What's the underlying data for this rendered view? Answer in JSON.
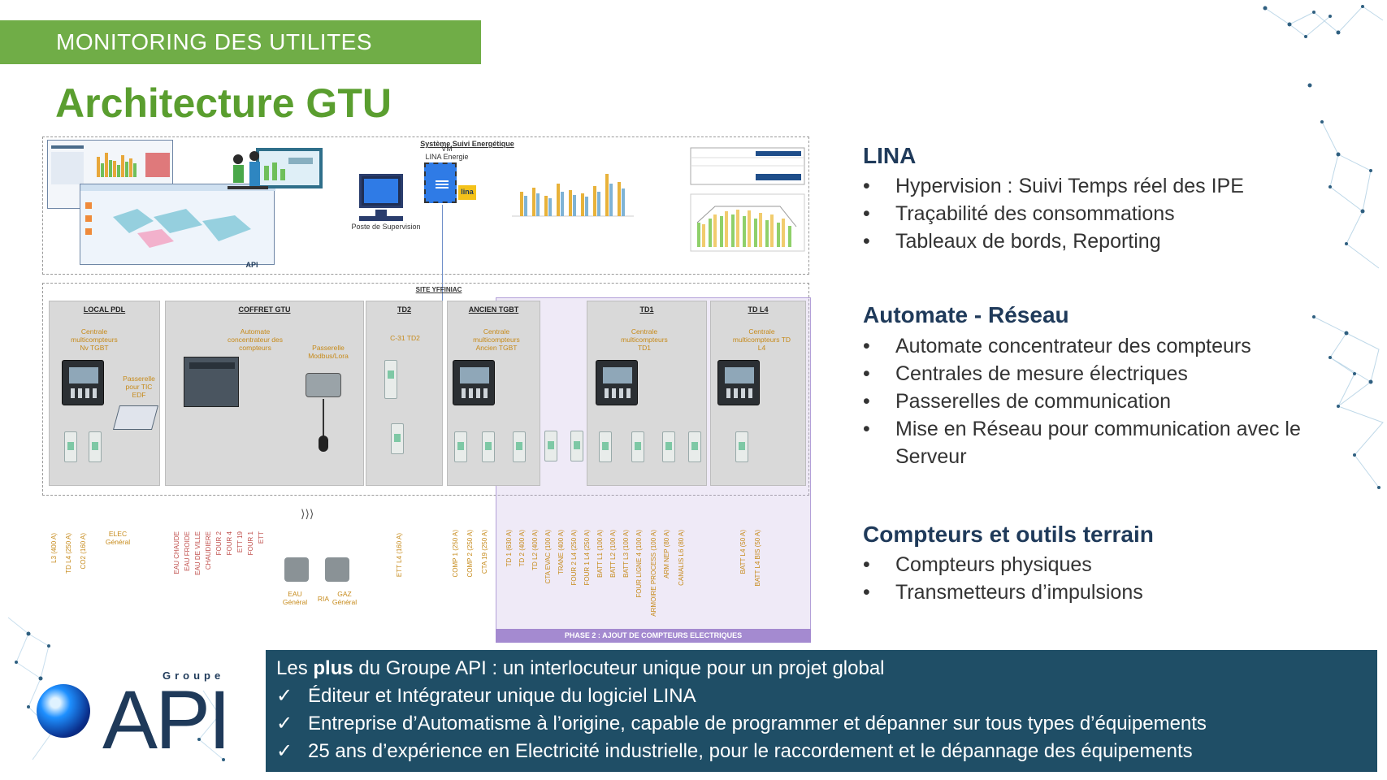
{
  "banner": "MONITORING DES UTILITES",
  "title": "Architecture GTU",
  "diagram": {
    "top_title": "Système Suivi Energétique",
    "vm": "VM",
    "lina_energie": "LINA Energie",
    "poste": "Poste de Supervision",
    "lina_badge": "lina",
    "api_small": "API",
    "site": "SITE YFFINIAC",
    "panels": [
      {
        "title": "LOCAL PDL",
        "text1": "Centrale multicompteurs Nv TGBT",
        "text2": "Passerelle pour TIC EDF"
      },
      {
        "title": "COFFRET GTU",
        "text1": "Automate concentrateur des compteurs",
        "text2": "Passerelle Modbus/Lora"
      },
      {
        "title": "TD2",
        "text1": "C-31 TD2"
      },
      {
        "title": "ANCIEN TGBT",
        "text1": "Centrale multicompteurs Ancien TGBT"
      },
      {
        "title": "TD1",
        "text1": "Centrale multicompteurs TD1"
      },
      {
        "title": "TD L4",
        "text1": "Centrale multicompteurs TD L4"
      }
    ],
    "feeds_a": [
      "L3 (400 A)",
      "TD L4 (250 A)",
      "CO2 (160 A)"
    ],
    "elec": "ELEC Général",
    "feeds_red": [
      "EAU CHAUDE",
      "EAU FROIDE",
      "EAU DE VILLE",
      "CHAUDIERE",
      "FOUR 2",
      "FOUR 4",
      "ETT 19",
      "FOUR 1",
      "ETT"
    ],
    "eau": "EAU Général",
    "ria": "RIA",
    "gaz": "GAZ Général",
    "feed_td2": "ETT L4 (160 A)",
    "feeds_b": [
      "COMP 1 (250 A)",
      "COMP 2 (250 A)",
      "CTA 19 (250 A)",
      "TD 1 (630 A)",
      "TD 2 (400 A)",
      "TD L2 (400 A)",
      "CTA EVAC (100 A)",
      "TRANE (400 A)",
      "FOUR 2 L4 (250 A)",
      "FOUR 1 L4 (250 A)",
      "BATT L1 (100 A)",
      "BATT L2 (100 A)",
      "BATT L3 (100 A)",
      "FOUR LIGNE 4 (100 A)",
      "ARMOIRE PROCESS (100 A)",
      "ARM NEP (80 A)",
      "CANALIS L6 (80 A)",
      "BATT L4 (50 A)",
      "BATT L4 BIS (50 A)"
    ],
    "phase2": "PHASE 2 : AJOUT DE COMPTEURS ELECTRIQUES"
  },
  "sections": [
    {
      "title": "LINA",
      "items": [
        "Hypervision : Suivi Temps réel des IPE",
        "Traçabilité des consommations",
        "Tableaux de bords, Reporting"
      ]
    },
    {
      "title": "Automate - Réseau",
      "items": [
        "Automate concentrateur des compteurs",
        "Centrales de mesure électriques",
        "Passerelles de communication",
        "Mise en Réseau pour communication avec le Serveur"
      ]
    },
    {
      "title": "Compteurs et outils terrain",
      "items": [
        "Compteurs physiques",
        "Transmetteurs d’impulsions"
      ]
    }
  ],
  "plus": {
    "prefix": "Les ",
    "bold": "plus",
    "suffix": " du Groupe API : un interlocuteur unique pour un projet global",
    "check": "✓",
    "items": [
      "Éditeur et Intégrateur unique du logiciel LINA",
      "Entreprise d’Automatisme à l’origine, capable de programmer et dépanner sur tous types d’équipements",
      "25 ans d’expérience en Electricité industrielle, pour le raccordement et le dépannage des équipements"
    ]
  },
  "logo": {
    "groupe": "Groupe",
    "api": "API"
  },
  "colors": {
    "green": "#70ad47",
    "title_green": "#5a9e2f",
    "navy": "#1f3a5a",
    "box": "#1f4e66",
    "phase": "#a48ad0"
  }
}
